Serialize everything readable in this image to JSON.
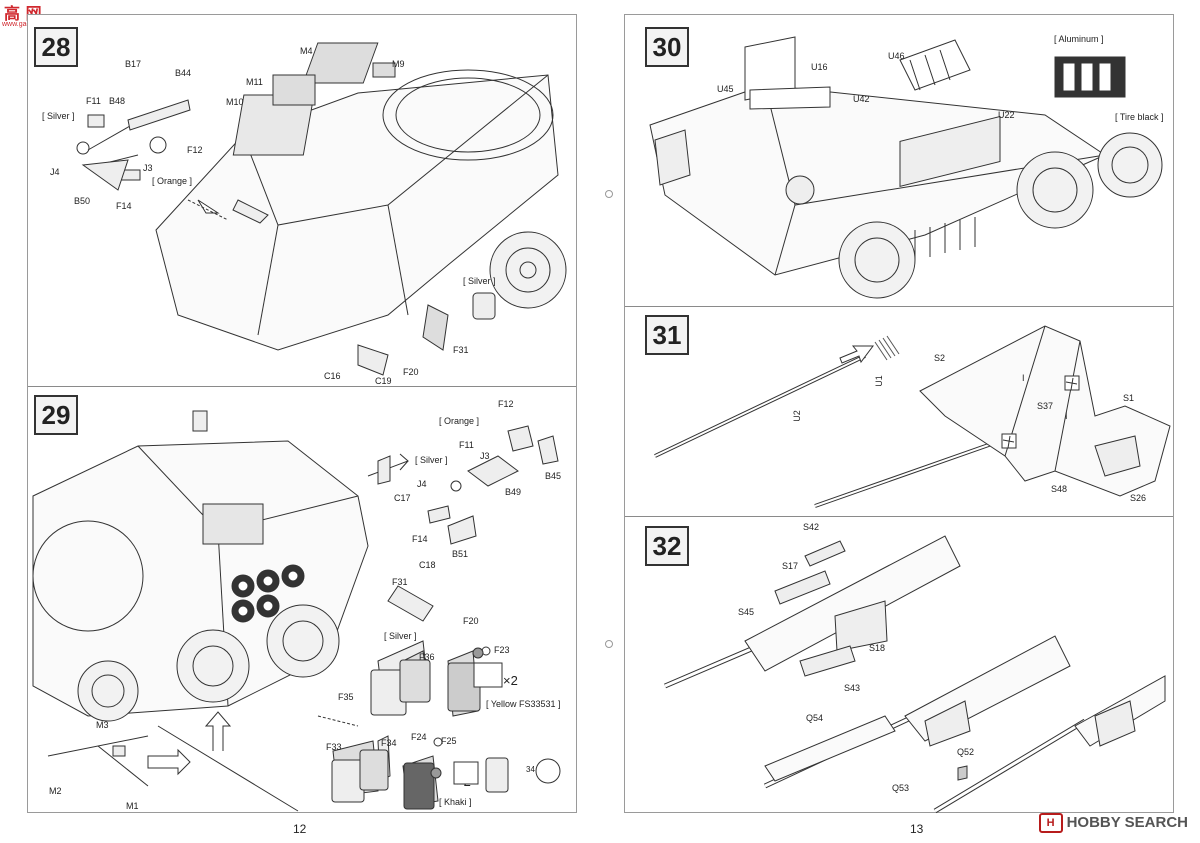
{
  "watermark_top": {
    "line1": "高 网",
    "line2": "www.gao-shan.com"
  },
  "watermark_bottom": {
    "text": "HOBBY SEARCH"
  },
  "left_page": {
    "page_number": "12",
    "steps": [
      {
        "number": "28",
        "labels": {
          "B17": "B17",
          "B44": "B44",
          "M4": "M4",
          "M9": "M9",
          "M11": "M11",
          "M10": "M10",
          "F11": "F11",
          "B48": "B48",
          "silver1": "[ Silver ]",
          "F12": "F12",
          "J4": "J4",
          "J3": "J3",
          "orange": "[ Orange ]",
          "B50": "B50",
          "F14": "F14",
          "silver2": "[ Silver ]",
          "F31": "F31",
          "F20": "F20",
          "C16": "C16",
          "C19": "C19"
        }
      },
      {
        "number": "29",
        "labels": {
          "F12": "F12",
          "orange": "[ Orange ]",
          "F11": "F11",
          "J3": "J3",
          "silver1": "[ Silver ]",
          "B45": "B45",
          "J4": "J4",
          "B49": "B49",
          "C17": "C17",
          "F14": "F14",
          "B51": "B51",
          "C18": "C18",
          "F31": "F31",
          "F20": "F20",
          "silver2": "[ Silver ]",
          "F36": "F36",
          "F23": "F23",
          "F35": "F35",
          "x2a": "×2",
          "yellow": "[ Yellow FS33531 ]",
          "F33": "F33",
          "F34": "F34",
          "F24": "F24",
          "F25": "F25",
          "x2b": "×2",
          "khaki": "[ Khaki ]",
          "M3": "M3",
          "M2": "M2",
          "M1": "M1",
          "circle34": "34"
        }
      }
    ]
  },
  "right_page": {
    "page_number": "13",
    "steps": [
      {
        "number": "30",
        "labels": {
          "U16": "U16",
          "U45": "U45",
          "U42": "U42",
          "U46": "U46",
          "aluminum": "[ Aluminum ]",
          "U22": "U22",
          "tireblack": "[ Tire black ]"
        }
      },
      {
        "number": "31",
        "labels": {
          "U1": "U1",
          "U2": "U2",
          "S2": "S2",
          "S37": "S37",
          "S1": "S1",
          "S48": "S48",
          "S26": "S26",
          "I1": "I",
          "I2": "I"
        }
      },
      {
        "number": "32",
        "labels": {
          "S42": "S42",
          "S17": "S17",
          "S45": "S45",
          "S18": "S18",
          "S43": "S43",
          "Q54": "Q54",
          "Q53": "Q53",
          "Q52": "Q52"
        }
      }
    ]
  },
  "colors": {
    "ink": "#222222",
    "frame": "#9a9a9a",
    "watermark_red": "#d0282e"
  }
}
